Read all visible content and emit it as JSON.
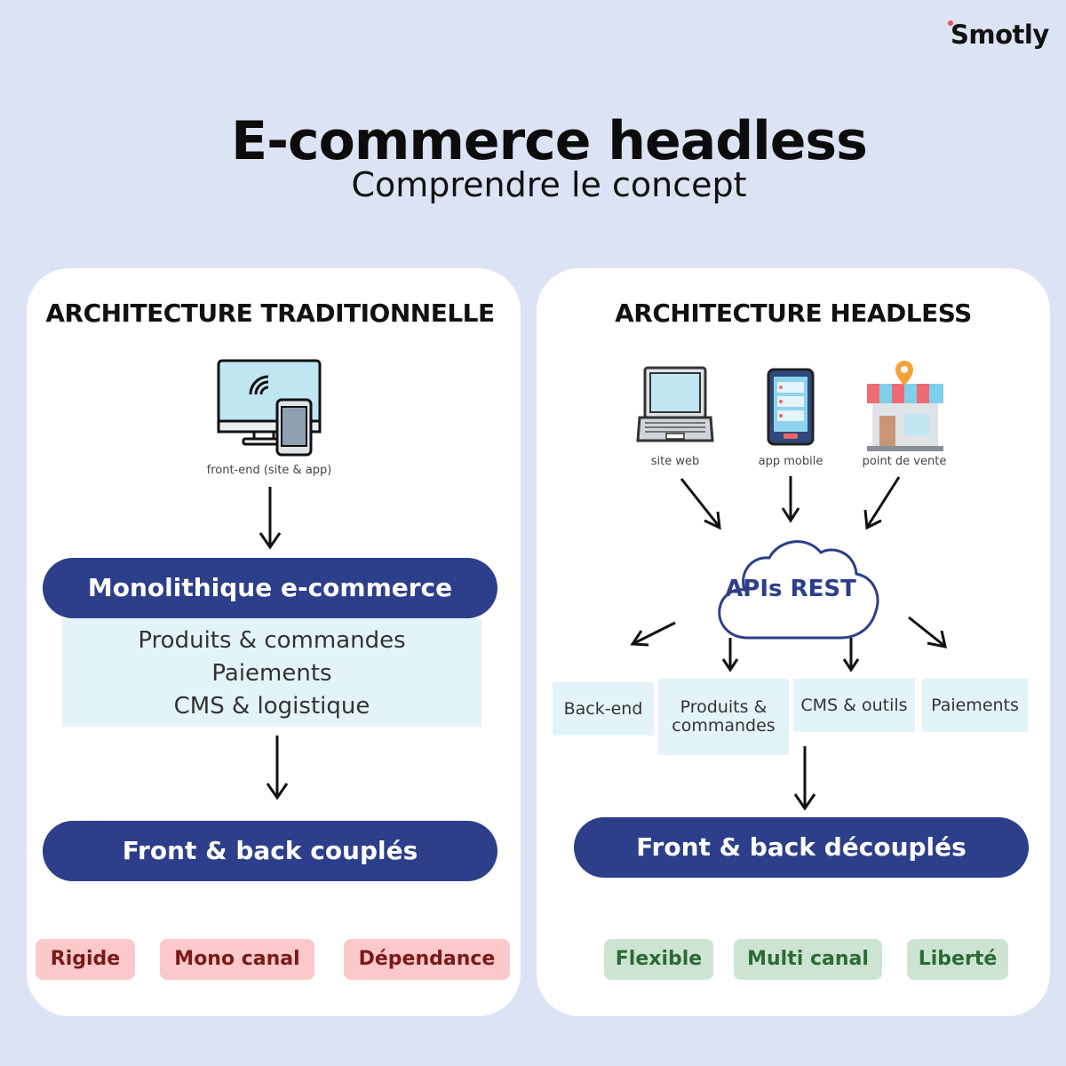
{
  "brand": {
    "logo": "Smotly"
  },
  "header": {
    "title": "E-commerce headless",
    "subtitle": "Comprendre le concept"
  },
  "traditional": {
    "title": "ARCHITECTURE TRADITIONNELLE",
    "frontend_caption": "front-end (site & app)",
    "monolith_label": "Monolithique e-commerce",
    "monolith_items": [
      "Produits & commandes",
      "Paiements",
      "CMS & logistique"
    ],
    "result_label": "Front & back couplés",
    "tags": [
      "Rigide",
      "Mono canal",
      "Dépendance"
    ]
  },
  "headless": {
    "title": "ARCHITECTURE HEADLESS",
    "channels": [
      "site web",
      "app mobile",
      "point de vente"
    ],
    "api_label": "APIs REST",
    "services": [
      "Back-end",
      "Produits & commandes",
      "CMS & outils",
      "Paiements"
    ],
    "result_label": "Front & back découplés",
    "tags": [
      "Flexible",
      "Multi canal",
      "Liberté"
    ]
  },
  "colors": {
    "background": "#dce3f4",
    "pill": "#2d3e8a",
    "light_box": "#e3f4f9",
    "tag_red": "#fbc9ca",
    "tag_green": "#cde4d2"
  },
  "icons": [
    "monitor-phone-icon",
    "laptop-icon",
    "smartphone-icon",
    "shop-icon",
    "cloud-icon",
    "arrow-icon"
  ]
}
